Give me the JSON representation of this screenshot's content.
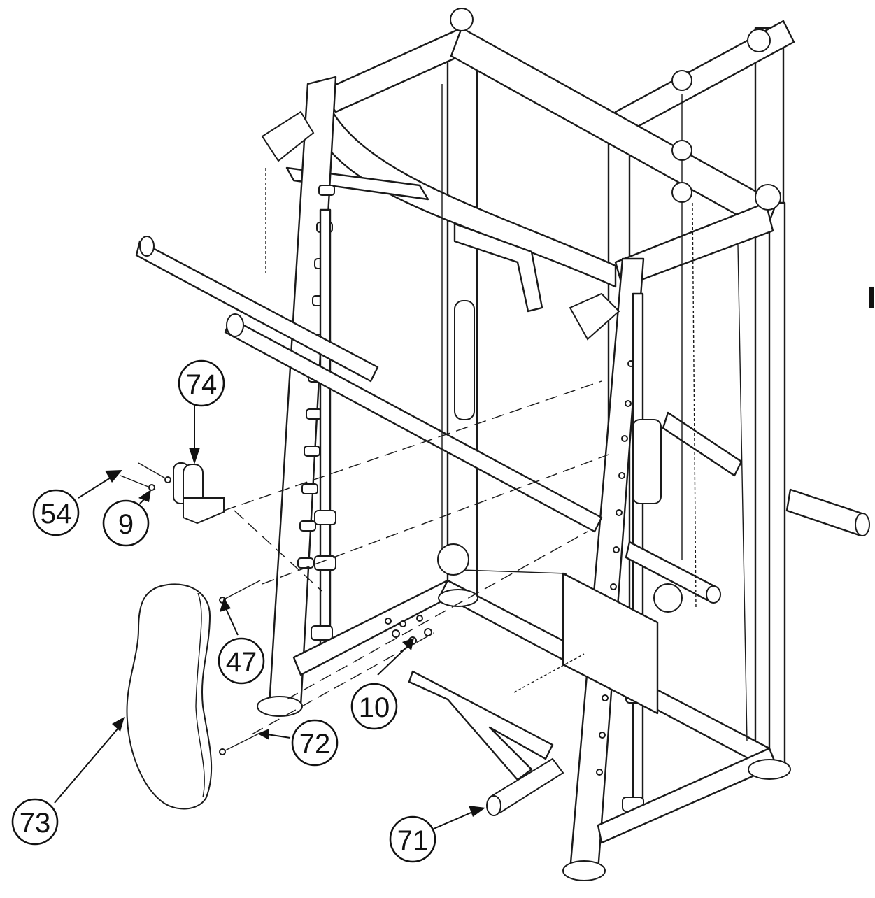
{
  "callouts": [
    {
      "id": "74",
      "label": "74"
    },
    {
      "id": "54",
      "label": "54"
    },
    {
      "id": "9",
      "label": "9"
    },
    {
      "id": "47",
      "label": "47"
    },
    {
      "id": "10",
      "label": "10"
    },
    {
      "id": "72",
      "label": "72"
    },
    {
      "id": "73",
      "label": "73"
    },
    {
      "id": "71",
      "label": "71"
    }
  ],
  "edge_text": "I"
}
